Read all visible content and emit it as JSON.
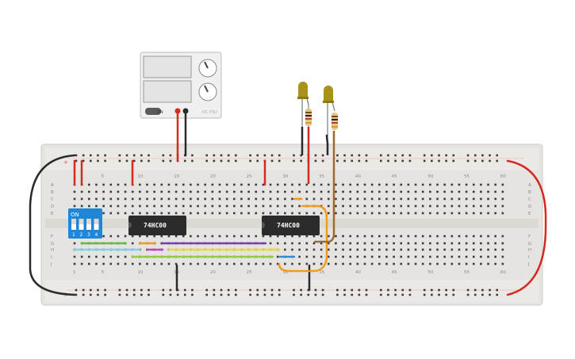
{
  "power_supply": {
    "button_label": "ON",
    "model_label": "DC PSU"
  },
  "breadboard": {
    "column_numbers": [
      "5",
      "10",
      "15",
      "20",
      "25",
      "30",
      "35",
      "40",
      "45",
      "50",
      "55",
      "60"
    ],
    "row_letters_top": [
      "A",
      "B",
      "C",
      "D",
      "E"
    ],
    "row_letters_bottom": [
      "F",
      "G",
      "H",
      "I",
      "J"
    ],
    "rail_plus": "+",
    "rail_minus": "−"
  },
  "dip_switch": {
    "on_label": "ON",
    "switch_numbers": [
      "1",
      "2",
      "3",
      "4"
    ]
  },
  "chips": [
    {
      "label": "74HC00"
    },
    {
      "label": "74HC00"
    }
  ],
  "colors": {
    "board": "#e6e4e1",
    "hole": "#3a3a3a",
    "wire_red": "#d42a20",
    "wire_black": "#2a2a2a",
    "wire_green": "#5cbf3a",
    "wire_lightblue": "#7fd3e8",
    "wire_magenta": "#c43cc9",
    "wire_purple": "#7a3bb8",
    "wire_yellow": "#e7dc3a",
    "wire_lime": "#8fcf3a",
    "wire_orange": "#f39a1e",
    "wire_blue": "#2b8fd6",
    "wire_brown": "#9a6b32",
    "led": "#a8921c",
    "dip": "#1f86d8",
    "chip": "#2b2b2b"
  }
}
